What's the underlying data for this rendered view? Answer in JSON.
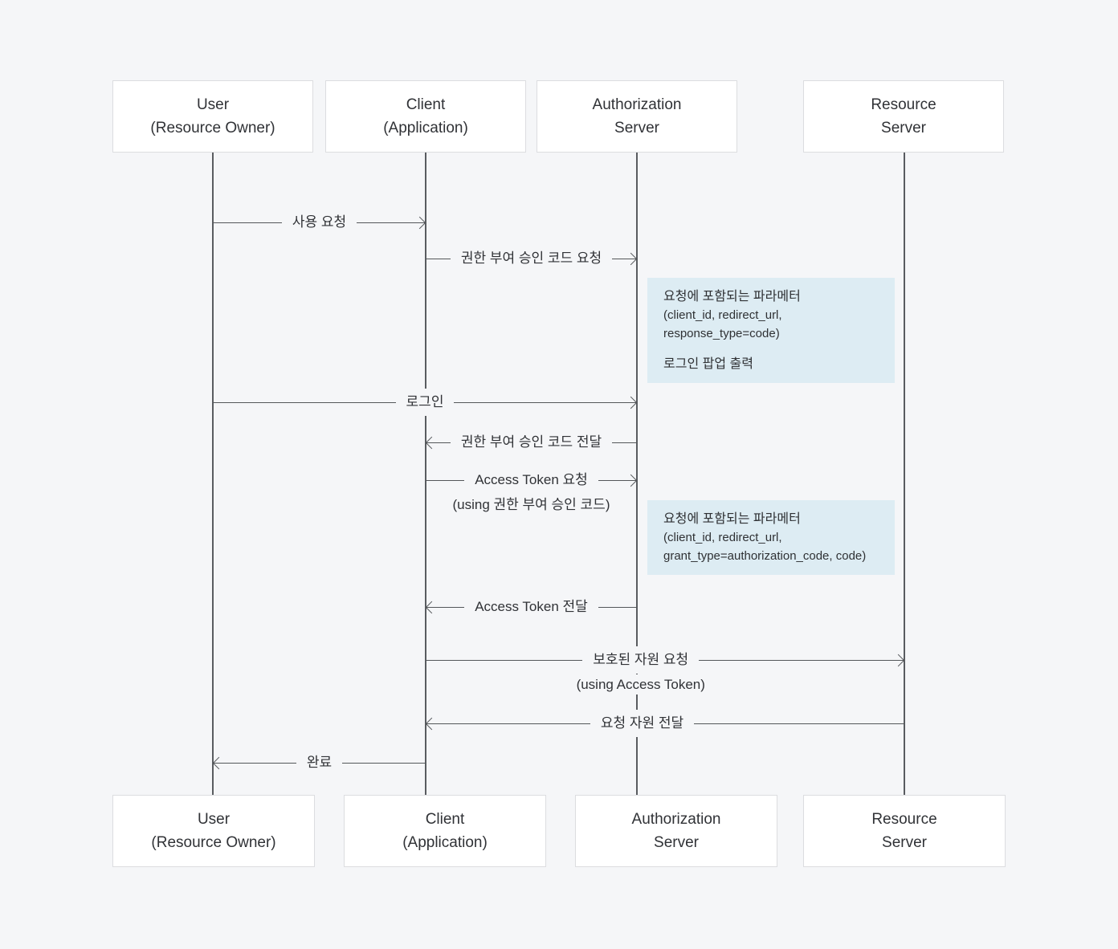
{
  "colors": {
    "background": "#f5f6f8",
    "actor_box_bg": "#ffffff",
    "actor_box_border": "#dcdde0",
    "line": "#54575a",
    "note_bg": "#ddecf3",
    "text": "#303236"
  },
  "actors_top": [
    {
      "line1": "User",
      "line2": "(Resource Owner)"
    },
    {
      "line1": "Client",
      "line2": "(Application)"
    },
    {
      "line1": "Authorization",
      "line2": "Server"
    },
    {
      "line1": "Resource",
      "line2": "Server"
    }
  ],
  "actors_bottom": [
    {
      "line1": "User",
      "line2": "(Resource Owner)"
    },
    {
      "line1": "Client",
      "line2": "(Application)"
    },
    {
      "line1": "Authorization",
      "line2": "Server"
    },
    {
      "line1": "Resource",
      "line2": "Server"
    }
  ],
  "messages": [
    {
      "label": "사용 요청",
      "from": "User (Resource Owner)",
      "to": "Client (Application)",
      "direction": "right"
    },
    {
      "label": "권한 부여 승인 코드 요청",
      "from": "Client (Application)",
      "to": "Authorization Server",
      "direction": "right"
    },
    {
      "label": "로그인",
      "from": "User (Resource Owner)",
      "to": "Authorization Server",
      "direction": "right"
    },
    {
      "label": "권한 부여 승인 코드 전달",
      "from": "Authorization Server",
      "to": "Client (Application)",
      "direction": "left"
    },
    {
      "label": "Access Token 요청",
      "sublabel": "(using 권한 부여 승인 코드)",
      "from": "Client (Application)",
      "to": "Authorization Server",
      "direction": "right"
    },
    {
      "label": "Access Token 전달",
      "from": "Authorization Server",
      "to": "Client (Application)",
      "direction": "left"
    },
    {
      "label": "보호된 자원 요청",
      "sublabel": "(using Access Token)",
      "from": "Client (Application)",
      "to": "Resource Server",
      "direction": "right"
    },
    {
      "label": "요청 자원 전달",
      "from": "Resource Server",
      "to": "Client (Application)",
      "direction": "left"
    },
    {
      "label": "완료",
      "from": "Client (Application)",
      "to": "User (Resource Owner)",
      "direction": "left"
    }
  ],
  "notes": [
    {
      "lines": [
        "요청에 포함되는 파라메터",
        "(client_id, redirect_url, response_type=code)"
      ]
    },
    {
      "lines": [
        "로그인 팝업 출력"
      ]
    },
    {
      "lines": [
        "요청에 포함되는 파라메터",
        "(client_id, redirect_url,",
        "grant_type=authorization_code, code)"
      ]
    }
  ]
}
